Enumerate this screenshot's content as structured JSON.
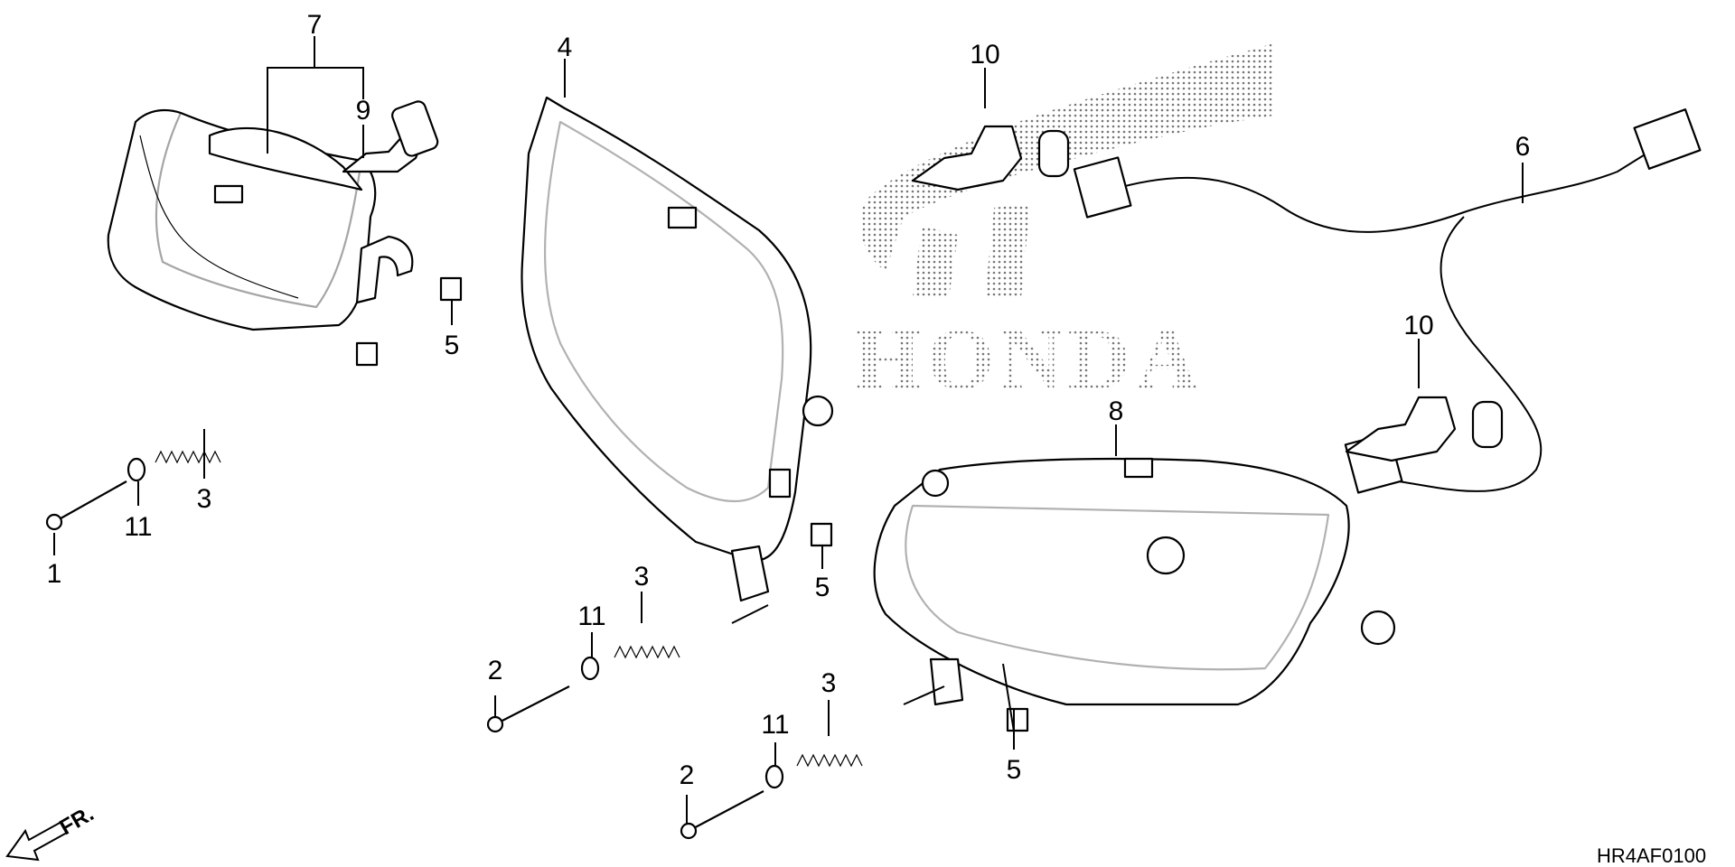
{
  "callouts": {
    "c1": "1",
    "c2a": "2",
    "c2b": "2",
    "c3a": "3",
    "c3b": "3",
    "c3c": "3",
    "c4": "4",
    "c5a": "5",
    "c5b": "5",
    "c5c": "5",
    "c6": "6",
    "c7": "7",
    "c8": "8",
    "c9": "9",
    "c10a": "10",
    "c10b": "10",
    "c11a": "11",
    "c11b": "11",
    "c11c": "11"
  },
  "direction_label": "FR.",
  "diagram_code": "HR4AF0100",
  "watermark_brand": "HONDA"
}
